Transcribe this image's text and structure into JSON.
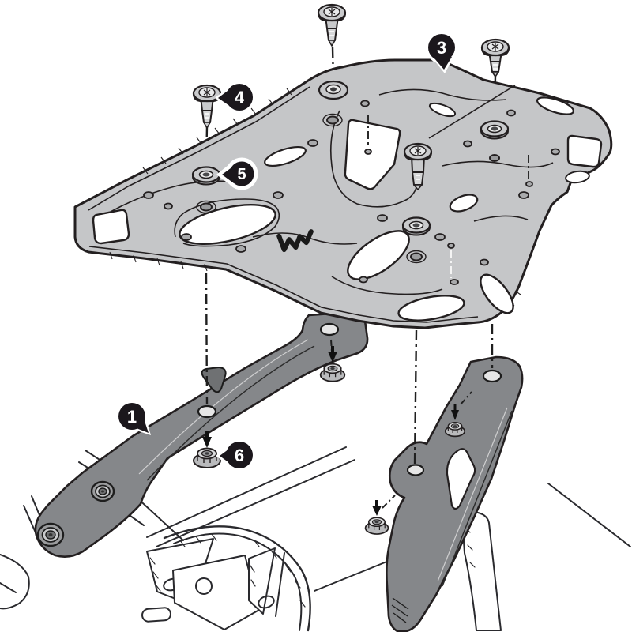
{
  "diagram": {
    "kind": "exploded-assembly-diagram",
    "subject": "rear luggage rack mounting kit on motorcycle tail",
    "background": "#ffffff",
    "colors": {
      "outline": "#231f20",
      "rack_plate_fill": "#c5c6c8",
      "bracket_fill": "#85878a",
      "hardware_fill": "#c9cacc",
      "callout_fill": "#1b171c",
      "callout_text": "#ffffff"
    },
    "callouts": [
      {
        "label": "1",
        "part": "side-bracket"
      },
      {
        "label": "3",
        "part": "rack-plate"
      },
      {
        "label": "4",
        "part": "button-head-screw"
      },
      {
        "label": "5",
        "part": "washer"
      },
      {
        "label": "6",
        "part": "flange-nut"
      }
    ]
  }
}
